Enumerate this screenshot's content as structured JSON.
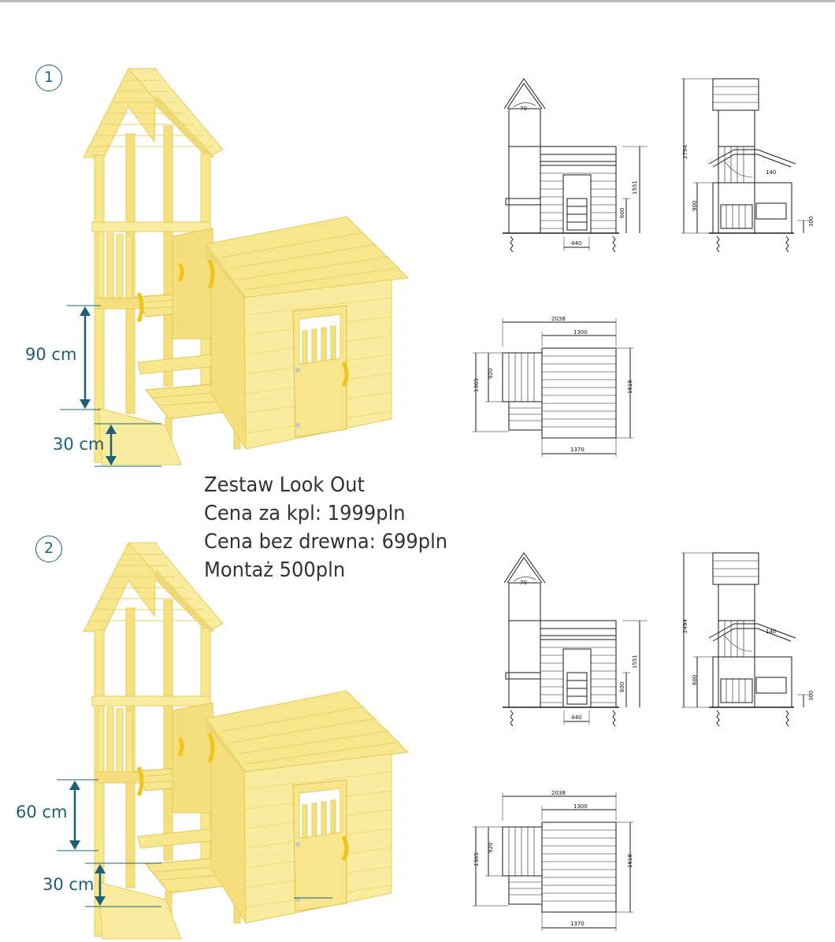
{
  "variants": [
    {
      "badge": "1",
      "platform_height_label": "90 cm",
      "step_height_label": "30 cm",
      "front": {
        "angle": "70",
        "height": "1551",
        "door_h": "600",
        "door_w": "440"
      },
      "side": {
        "total": "2794",
        "platform": "900",
        "low": "300",
        "angle": "140"
      },
      "top": {
        "total_w": "2038",
        "house_w": "1300",
        "depth_l": "1365",
        "tower_d": "920",
        "depth_r": "1616",
        "base_w": "1370"
      }
    },
    {
      "badge": "2",
      "platform_height_label": "60 cm",
      "step_height_label": "30 cm",
      "front": {
        "angle": "70",
        "height": "1551",
        "door_h": "600",
        "door_w": "440"
      },
      "side": {
        "total": "2494",
        "platform": "600",
        "low": "300",
        "angle": "140"
      },
      "top": {
        "total_w": "2038",
        "house_w": "1300",
        "depth_l": "1365",
        "tower_d": "920",
        "depth_r": "1616",
        "base_w": "1370"
      }
    }
  ],
  "info": {
    "line1": "Zestaw Look Out",
    "line2": "Cena za kpl: 1999pln",
    "line3": "Cena bez drewna: 699pln",
    "line4": "Montaż 500pln"
  },
  "colors": {
    "wood": "#f7e68c",
    "wood_edge": "#e3cc5e",
    "handle": "#f2c418",
    "accent": "#1d5f78",
    "line": "#1a1a1a"
  }
}
